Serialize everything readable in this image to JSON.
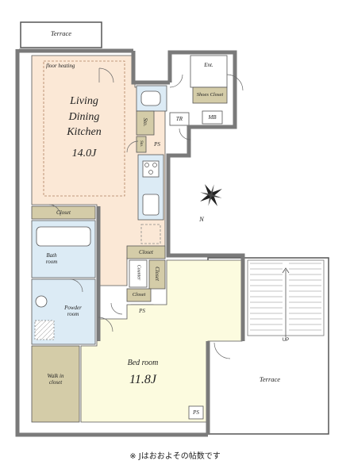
{
  "rooms": {
    "ldk_name": "Living\nDining\nKitchen",
    "ldk_size": "14.0J",
    "floor_heating": "floor heating",
    "bedroom_name": "Bed room",
    "bedroom_size": "11.8J",
    "terrace_top": "Terrace",
    "terrace_right": "Terrace",
    "entrance": "Ent.",
    "shoes_closet": "Shoes Closet",
    "mb": "MB",
    "tr": "TR",
    "sto_upper": "Sto.",
    "sto_lower": "Sto.",
    "ps_kitchen": "PS",
    "ps_middle": "PS",
    "ps_bedroom": "PS",
    "closet_bath": "Closet",
    "closet_middle": "Closet",
    "closet_vertical": "Closet",
    "closet_small": "Closet",
    "counter": "Counter",
    "bathroom": "Bath\nroom",
    "powder_room": "Powder\nroom",
    "walk_in_closet": "Walk in\ncloset",
    "stair_up": "UP",
    "north": "N"
  },
  "note": "※ Jはおおよその帖数です",
  "colors": {
    "ldk": "#fbe8d6",
    "bedroom": "#fcfbdf",
    "wet": "#dcebf5",
    "closet": "#d4cca8",
    "wall": "#7a7a7a",
    "outline": "#555555"
  }
}
